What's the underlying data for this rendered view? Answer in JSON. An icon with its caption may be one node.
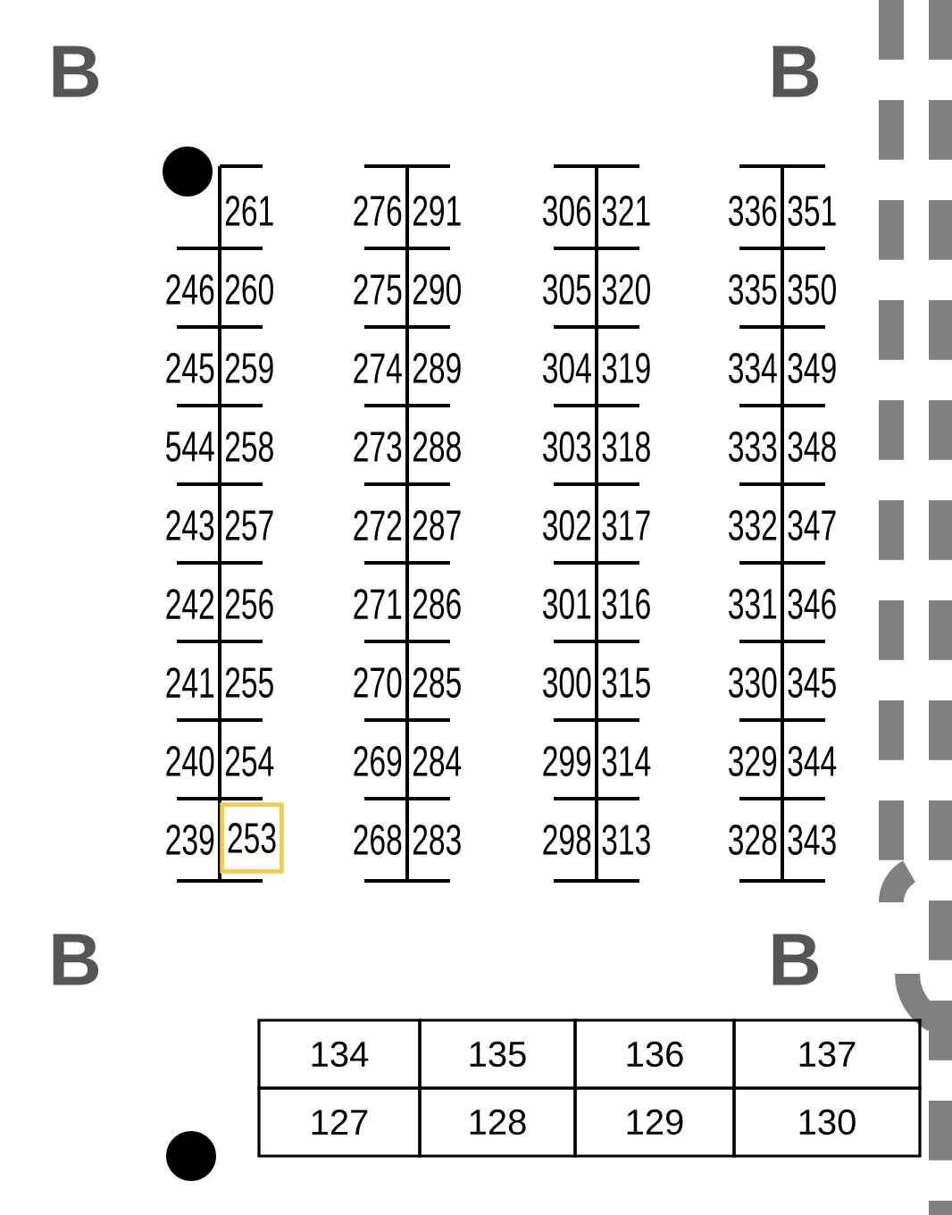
{
  "diagram": {
    "nodes": [
      {
        "text": [
          "253"
        ]
      }
    ],
    "labels": [
      "B",
      "B",
      "261",
      "276",
      "291",
      "306",
      "321",
      "336",
      "351",
      "246",
      "260",
      "275",
      "290",
      "305",
      "320",
      "335",
      "350",
      "245",
      "259",
      "274",
      "289",
      "304",
      "319",
      "334",
      "349",
      "544",
      "258",
      "273",
      "288",
      "303",
      "318",
      "333",
      "348",
      "243",
      "257",
      "272",
      "287",
      "302",
      "317",
      "332",
      "347",
      "242",
      "256",
      "271",
      "286",
      "301",
      "316",
      "331",
      "346",
      "241",
      "255",
      "270",
      "285",
      "300",
      "315",
      "330",
      "345",
      "240",
      "254",
      "269",
      "284",
      "299",
      "314",
      "329",
      "344",
      "239",
      "268",
      "283",
      "298",
      "313",
      "328",
      "343",
      "B",
      "B",
      "134",
      "135",
      "136",
      "137",
      "127",
      "128",
      "129",
      "130"
    ]
  }
}
